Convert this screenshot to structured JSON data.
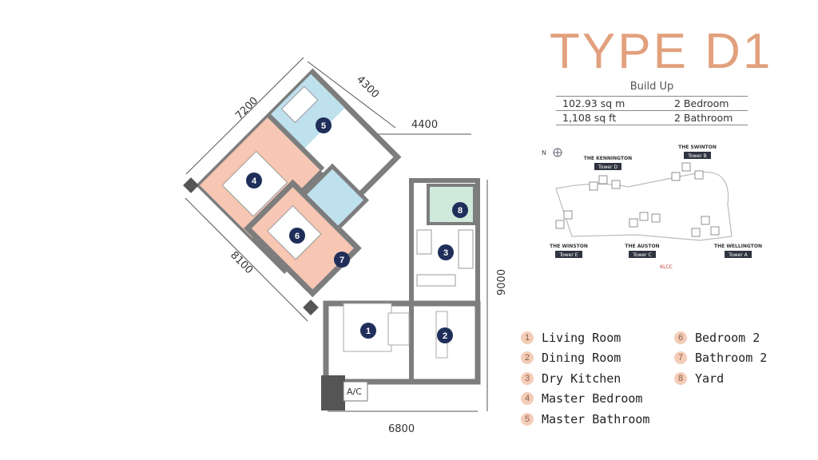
{
  "title": "TYPE D1",
  "build_up": {
    "label": "Build Up",
    "rows": [
      {
        "area": "102.93 sq m",
        "rooms": "2 Bedroom"
      },
      {
        "area": "1,108 sq ft",
        "rooms": "2 Bathroom"
      }
    ]
  },
  "plan": {
    "dimensions": {
      "top_left": "7200",
      "top_right": "4300",
      "right_top": "4400",
      "left": "8100",
      "right": "9000",
      "bottom": "6800"
    },
    "ac_label": "A/C",
    "markers": [
      "1",
      "2",
      "3",
      "4",
      "5",
      "6",
      "7",
      "8"
    ]
  },
  "site_plan": {
    "north": "N",
    "towers": [
      {
        "name": "THE KENNINGTON",
        "tag": "Tower D"
      },
      {
        "name": "THE SWINTON",
        "tag": "Tower B"
      },
      {
        "name": "THE WINSTON",
        "tag": "Tower E"
      },
      {
        "name": "THE AUSTON",
        "tag": "Tower C"
      },
      {
        "name": "THE WELLINGTON",
        "tag": "Tower A"
      }
    ],
    "landmark": "KLCC"
  },
  "legend": {
    "left": [
      {
        "num": "1",
        "label": "Living Room"
      },
      {
        "num": "2",
        "label": "Dining Room"
      },
      {
        "num": "3",
        "label": "Dry Kitchen"
      },
      {
        "num": "4",
        "label": "Master Bedroom"
      },
      {
        "num": "5",
        "label": "Master Bathroom"
      }
    ],
    "right": [
      {
        "num": "6",
        "label": "Bedroom 2"
      },
      {
        "num": "7",
        "label": "Bathroom 2"
      },
      {
        "num": "8",
        "label": "Yard"
      }
    ]
  },
  "colors": {
    "title": "#e2a07d",
    "bedroom": "#f7c7b3",
    "bathroom": "#bfe1ee",
    "yard": "#cfeadb",
    "marker": "#1f2f5a",
    "wall": "#7d7d7d"
  }
}
